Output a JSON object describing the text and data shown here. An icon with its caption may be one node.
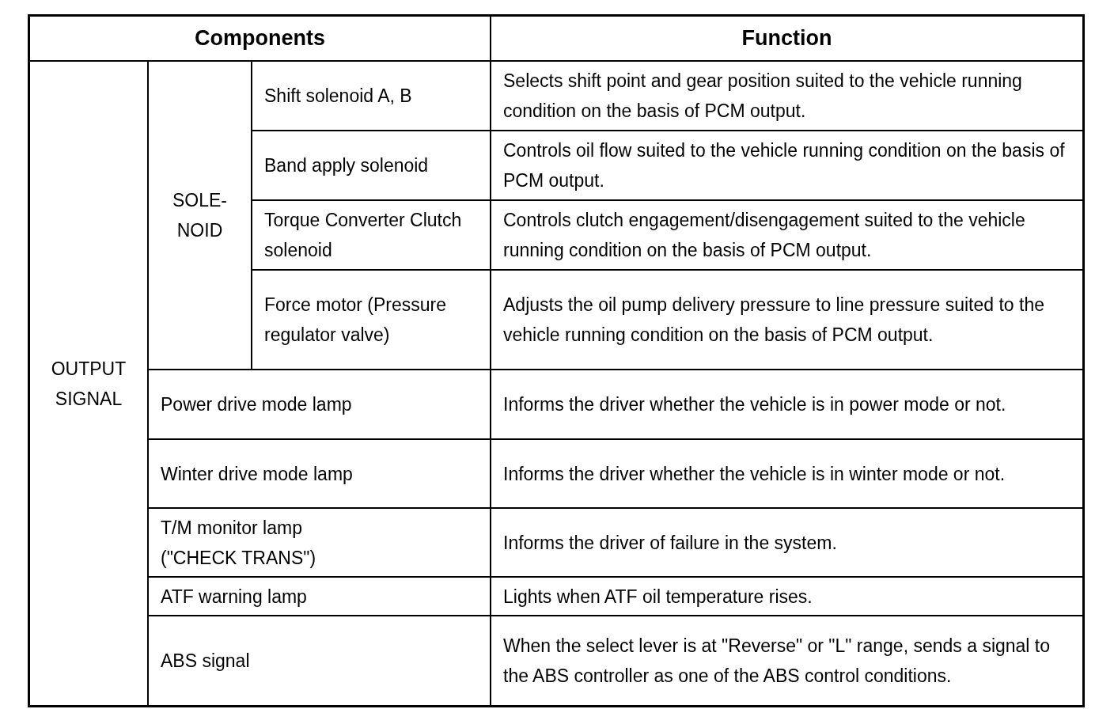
{
  "diagram": {
    "labels": [
      "Components",
      "Function",
      "OUTPUT SIGNAL",
      "SOLE-NOID",
      "Shift solenoid A, B",
      "Selects shift point and gear position suited to the vehicle running condition on the basis of PCM output.",
      "Band apply solenoid",
      "Controls oil flow suited to the vehicle running condition on the basis of PCM output.",
      "Torque Converter Clutch solenoid",
      "Controls clutch engagement/disengagement suited to the vehicle running condition on the basis of PCM output.",
      "Force motor (Pressure regulator valve)",
      "Adjusts the oil pump delivery pressure to line pressure suited to the vehicle running condition on the basis of PCM output.",
      "Power drive mode lamp",
      "Informs the driver whether the vehicle is in power mode or not.",
      "Winter drive mode lamp",
      "Informs the driver whether the vehicle is in winter mode or not.",
      "T/M monitor lamp (\"CHECK TRANS\")",
      "Informs the driver of failure in the system.",
      "ATF warning lamp",
      "Lights when ATF oil temperature rises.",
      "ABS signal",
      "When the select lever is at \"Reverse\" or \"L\" range, sends a signal to the ABS controller as one of the ABS control conditions."
    ]
  }
}
